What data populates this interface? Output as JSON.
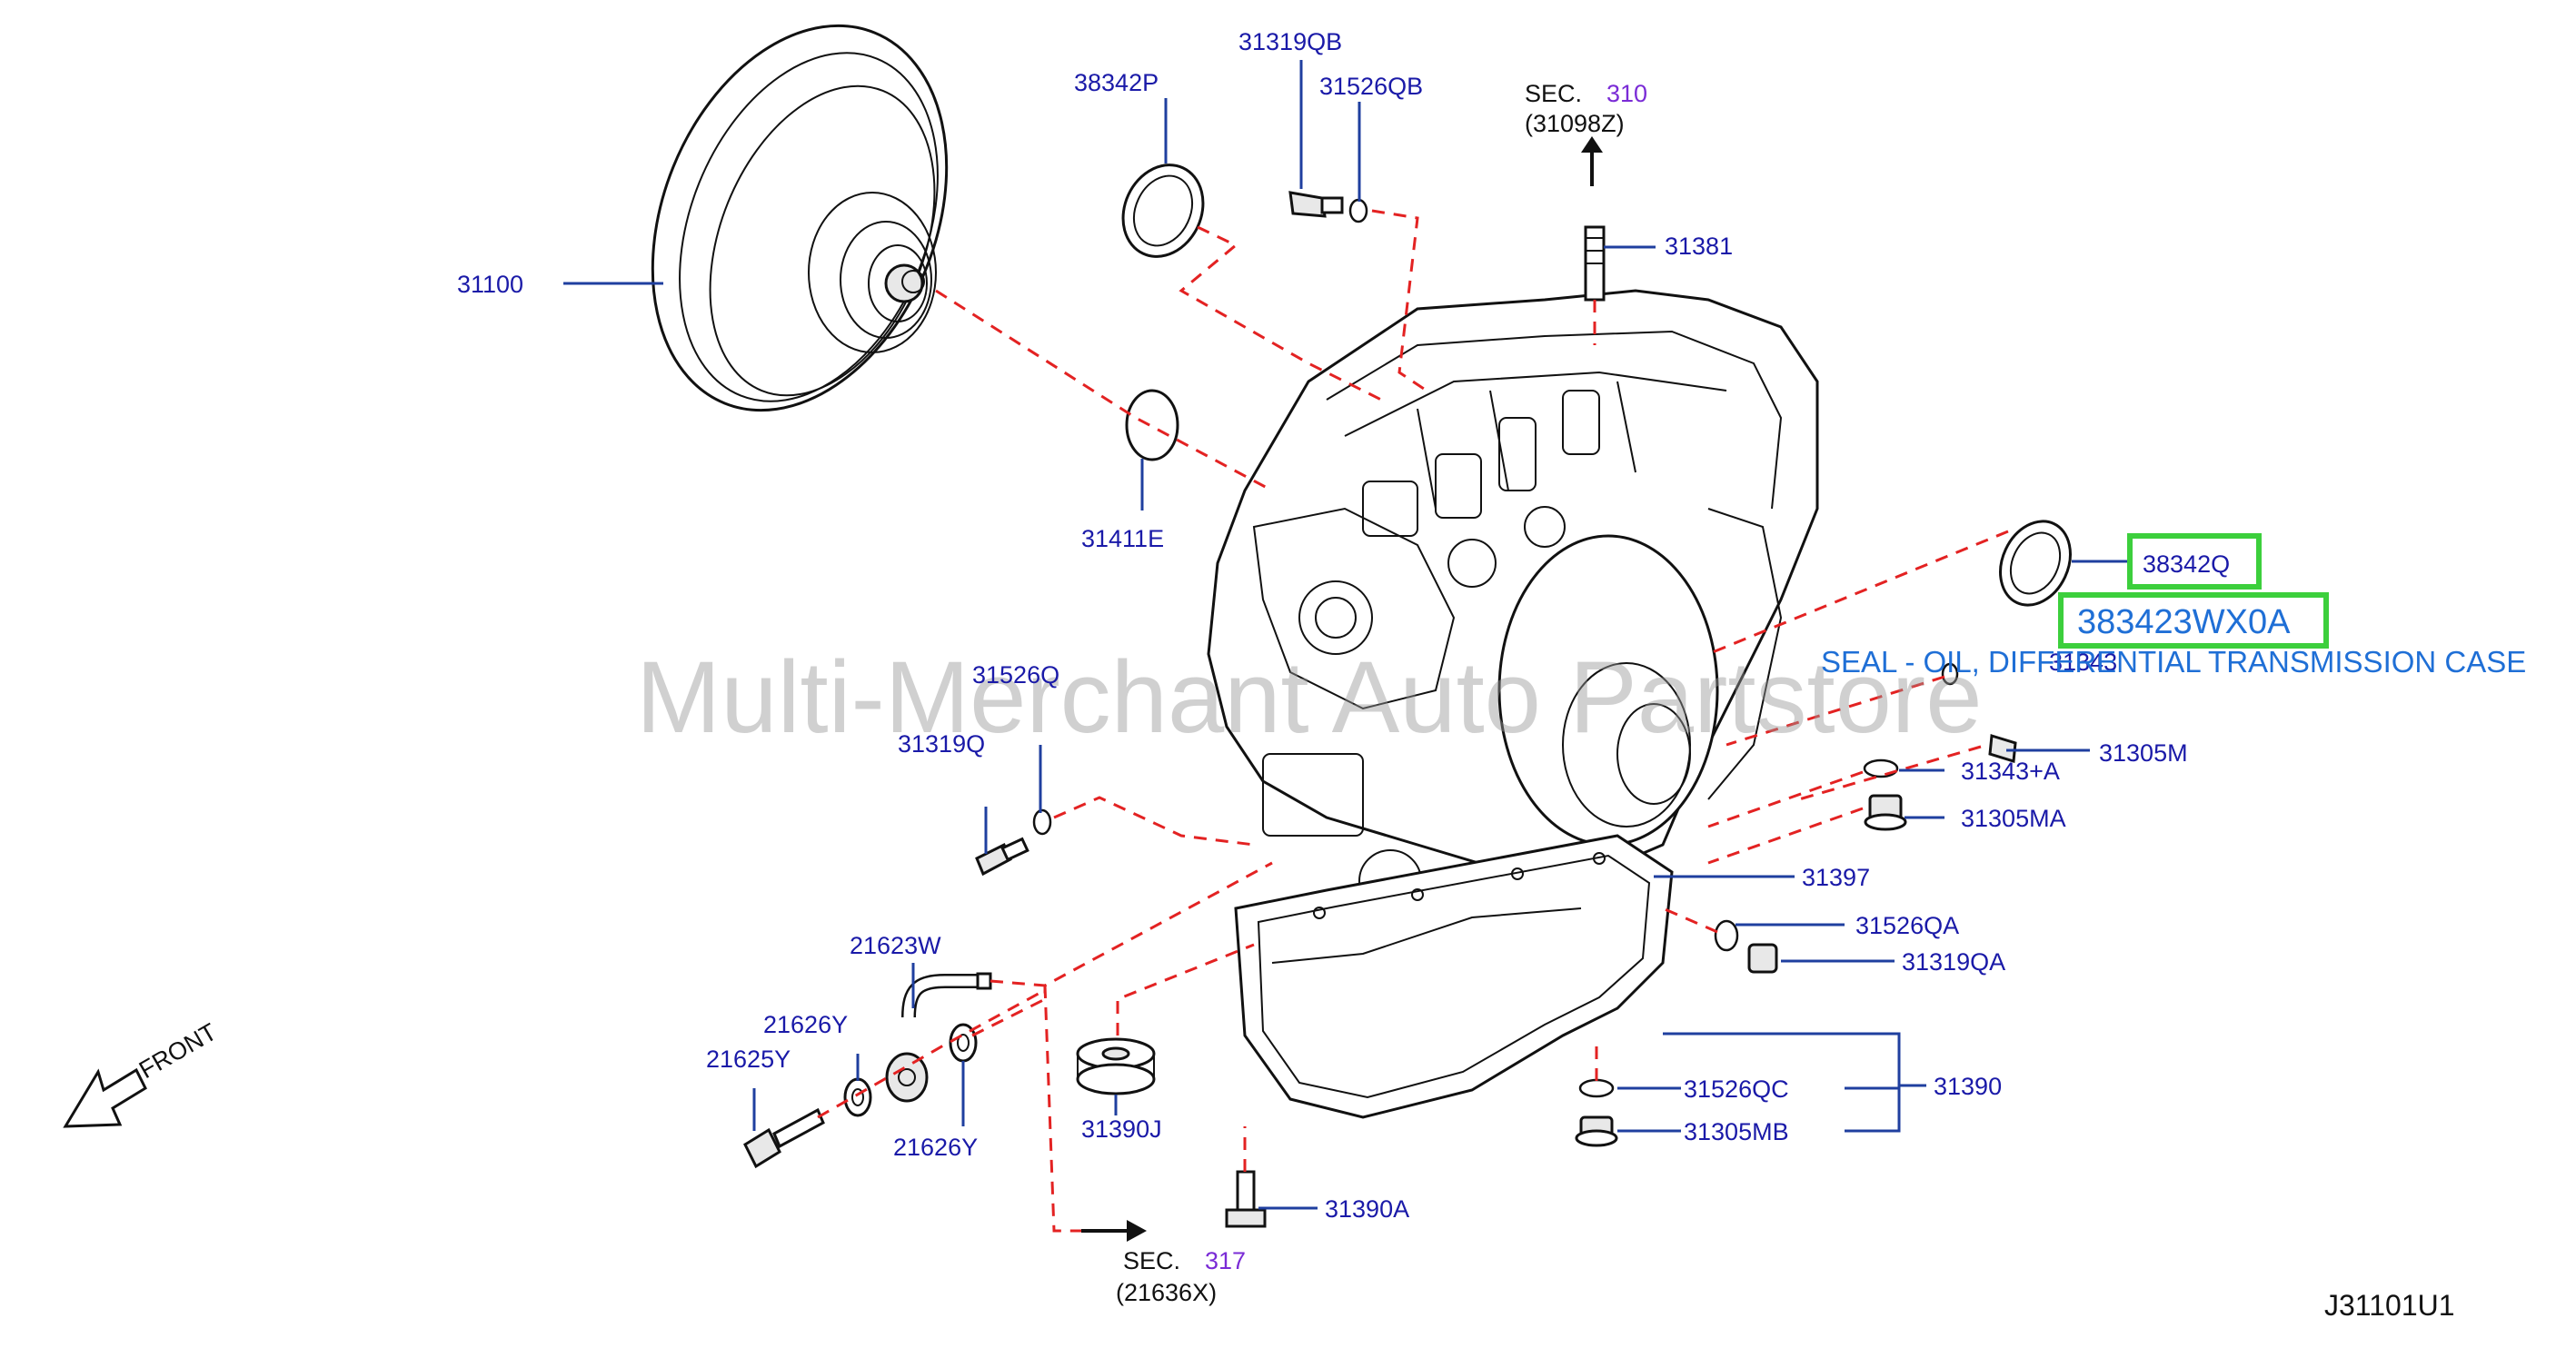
{
  "watermark": "Multi-Merchant Auto Partstore",
  "diagram_code": "J31101U1",
  "front_label": "FRONT",
  "callouts": {
    "p31100": "31100",
    "p38342P": "38342P",
    "p31319QB": "31319QB",
    "p31526QB": "31526QB",
    "p31381": "31381",
    "p31411E": "31411E",
    "p38342Q": "38342Q",
    "p31343": "31343",
    "p31305M": "31305M",
    "p31343A": "31343+A",
    "p31305MA": "31305MA",
    "p31397": "31397",
    "p31526QA": "31526QA",
    "p31319QA": "31319QA",
    "p31390": "31390",
    "p31526QC": "31526QC",
    "p31305MB": "31305MB",
    "p31390A": "31390A",
    "p31390J": "31390J",
    "p31526Q": "31526Q",
    "p31319Q": "31319Q",
    "p21623W": "21623W",
    "p21626Y_top": "21626Y",
    "p21625Y": "21625Y",
    "p21626Y_bottom": "21626Y"
  },
  "section_refs": {
    "top": {
      "prefix": "SEC.",
      "number": "310",
      "sub": "(31098Z)"
    },
    "bottom": {
      "prefix": "SEC.",
      "number": "317",
      "sub": "(21636X)"
    }
  },
  "highlight": {
    "part_number": "383423WX0A",
    "description": "SEAL - OIL, DIFFERENTIAL TRANSMISSION CASE"
  },
  "colors": {
    "callout_text": "#1a1aa8",
    "leader_line": "#1f3f9f",
    "dashed_line": "#e32222",
    "highlight_box": "#3ccf3c",
    "highlight_text": "#1f6fd6",
    "section_number": "#7a2bd6"
  }
}
